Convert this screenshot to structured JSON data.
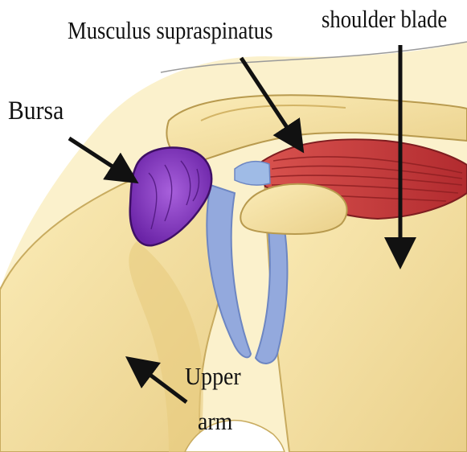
{
  "labels": {
    "musculus_supraspinatus": "Musculus supraspinatus",
    "shoulder_blade": "shoulder blade",
    "bursa": "Bursa",
    "upper": "Upper",
    "arm": "arm"
  },
  "icons": [
    "arrow-icon"
  ],
  "colors": {
    "bone": "#f3dfa0",
    "bone_shadow": "#d9bf72",
    "bone_outline": "#b89a4e",
    "muscle": "#c23a3a",
    "muscle_stripe": "#8f1f22",
    "tendon": "#9fbbe6",
    "bursa": "#8e3cc9",
    "bursa_dark": "#5a1a8c",
    "cartilage": "#93a9dd",
    "arrow": "#111111"
  }
}
